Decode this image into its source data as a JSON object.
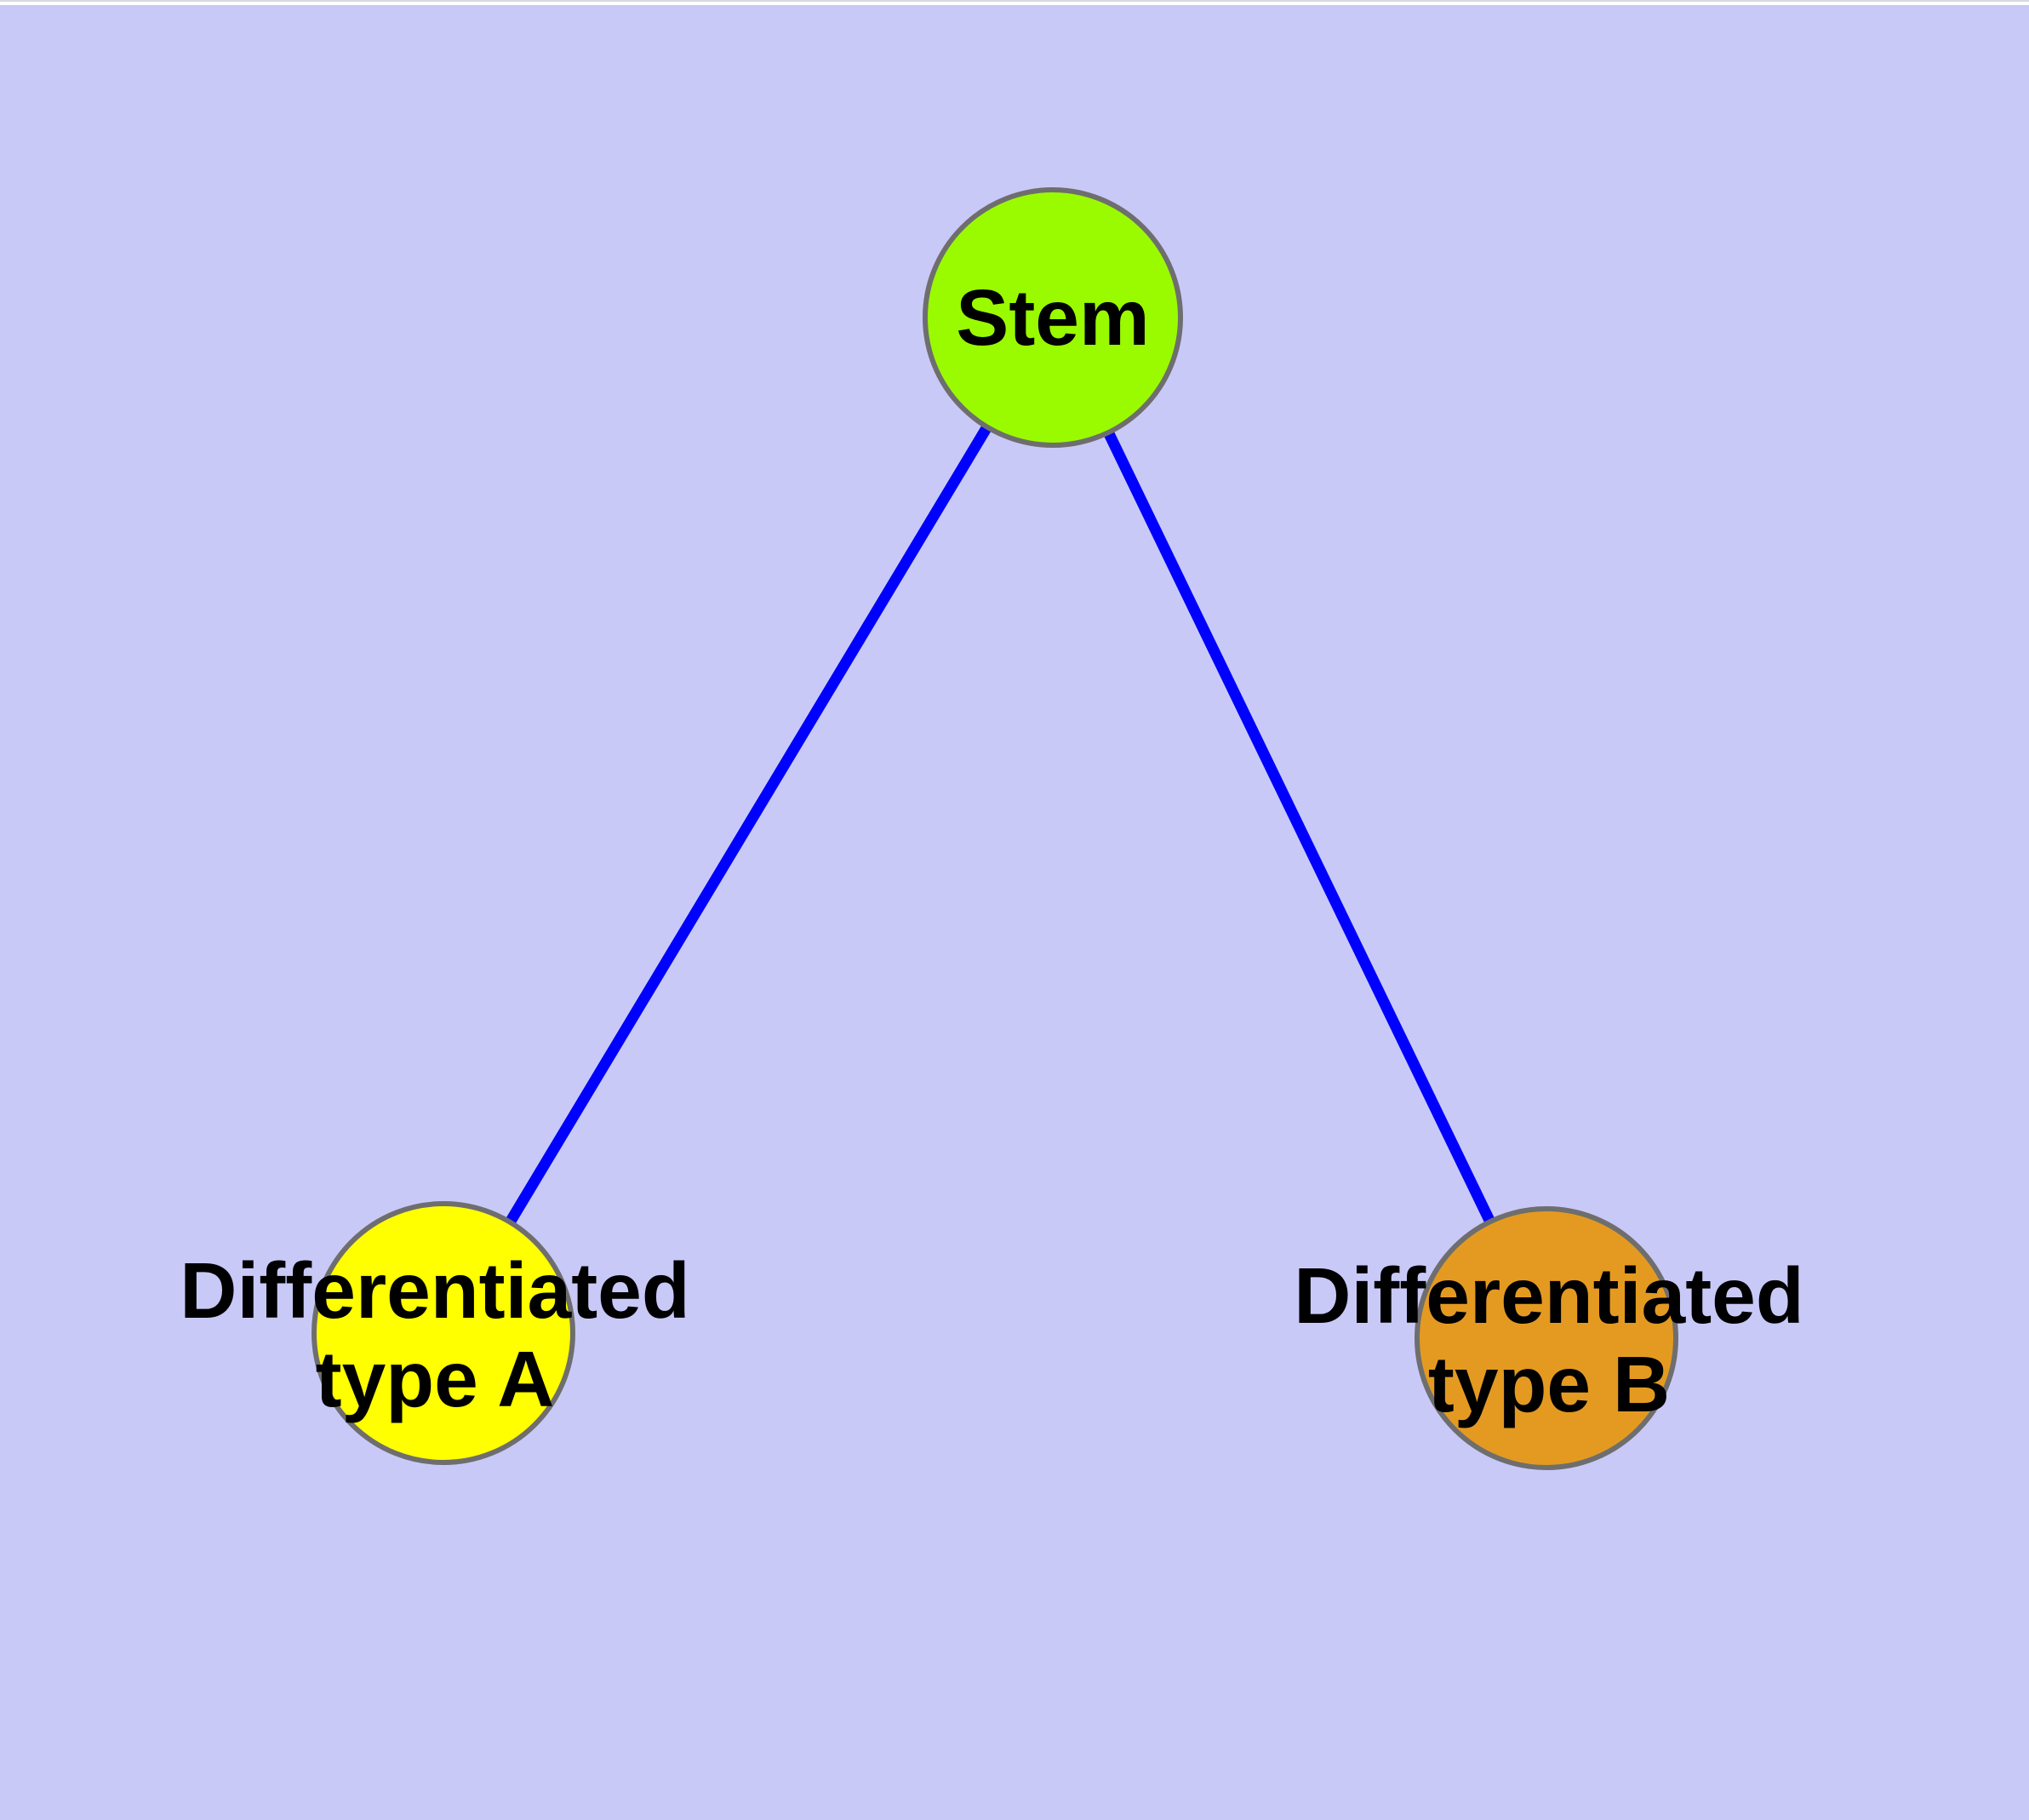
{
  "diagram": {
    "background_color": "#c9c9f8",
    "top_edge_line_color": "#d8d8e0",
    "node_border_color": "#6e6e6e",
    "edge_color": "#0000ff",
    "label_text_color": "#000000",
    "nodes": [
      {
        "id": "stem",
        "label": "Stem",
        "fill": "#9afb00"
      },
      {
        "id": "type-a",
        "label": "Differentiated\ntype A",
        "fill": "#ffff00"
      },
      {
        "id": "type-b",
        "label": "Differentiated\ntype B",
        "fill": "#e49a21"
      }
    ],
    "edges": [
      {
        "from": "Stem",
        "to": "Differentiated type A"
      },
      {
        "from": "Stem",
        "to": "Differentiated type B"
      }
    ]
  }
}
